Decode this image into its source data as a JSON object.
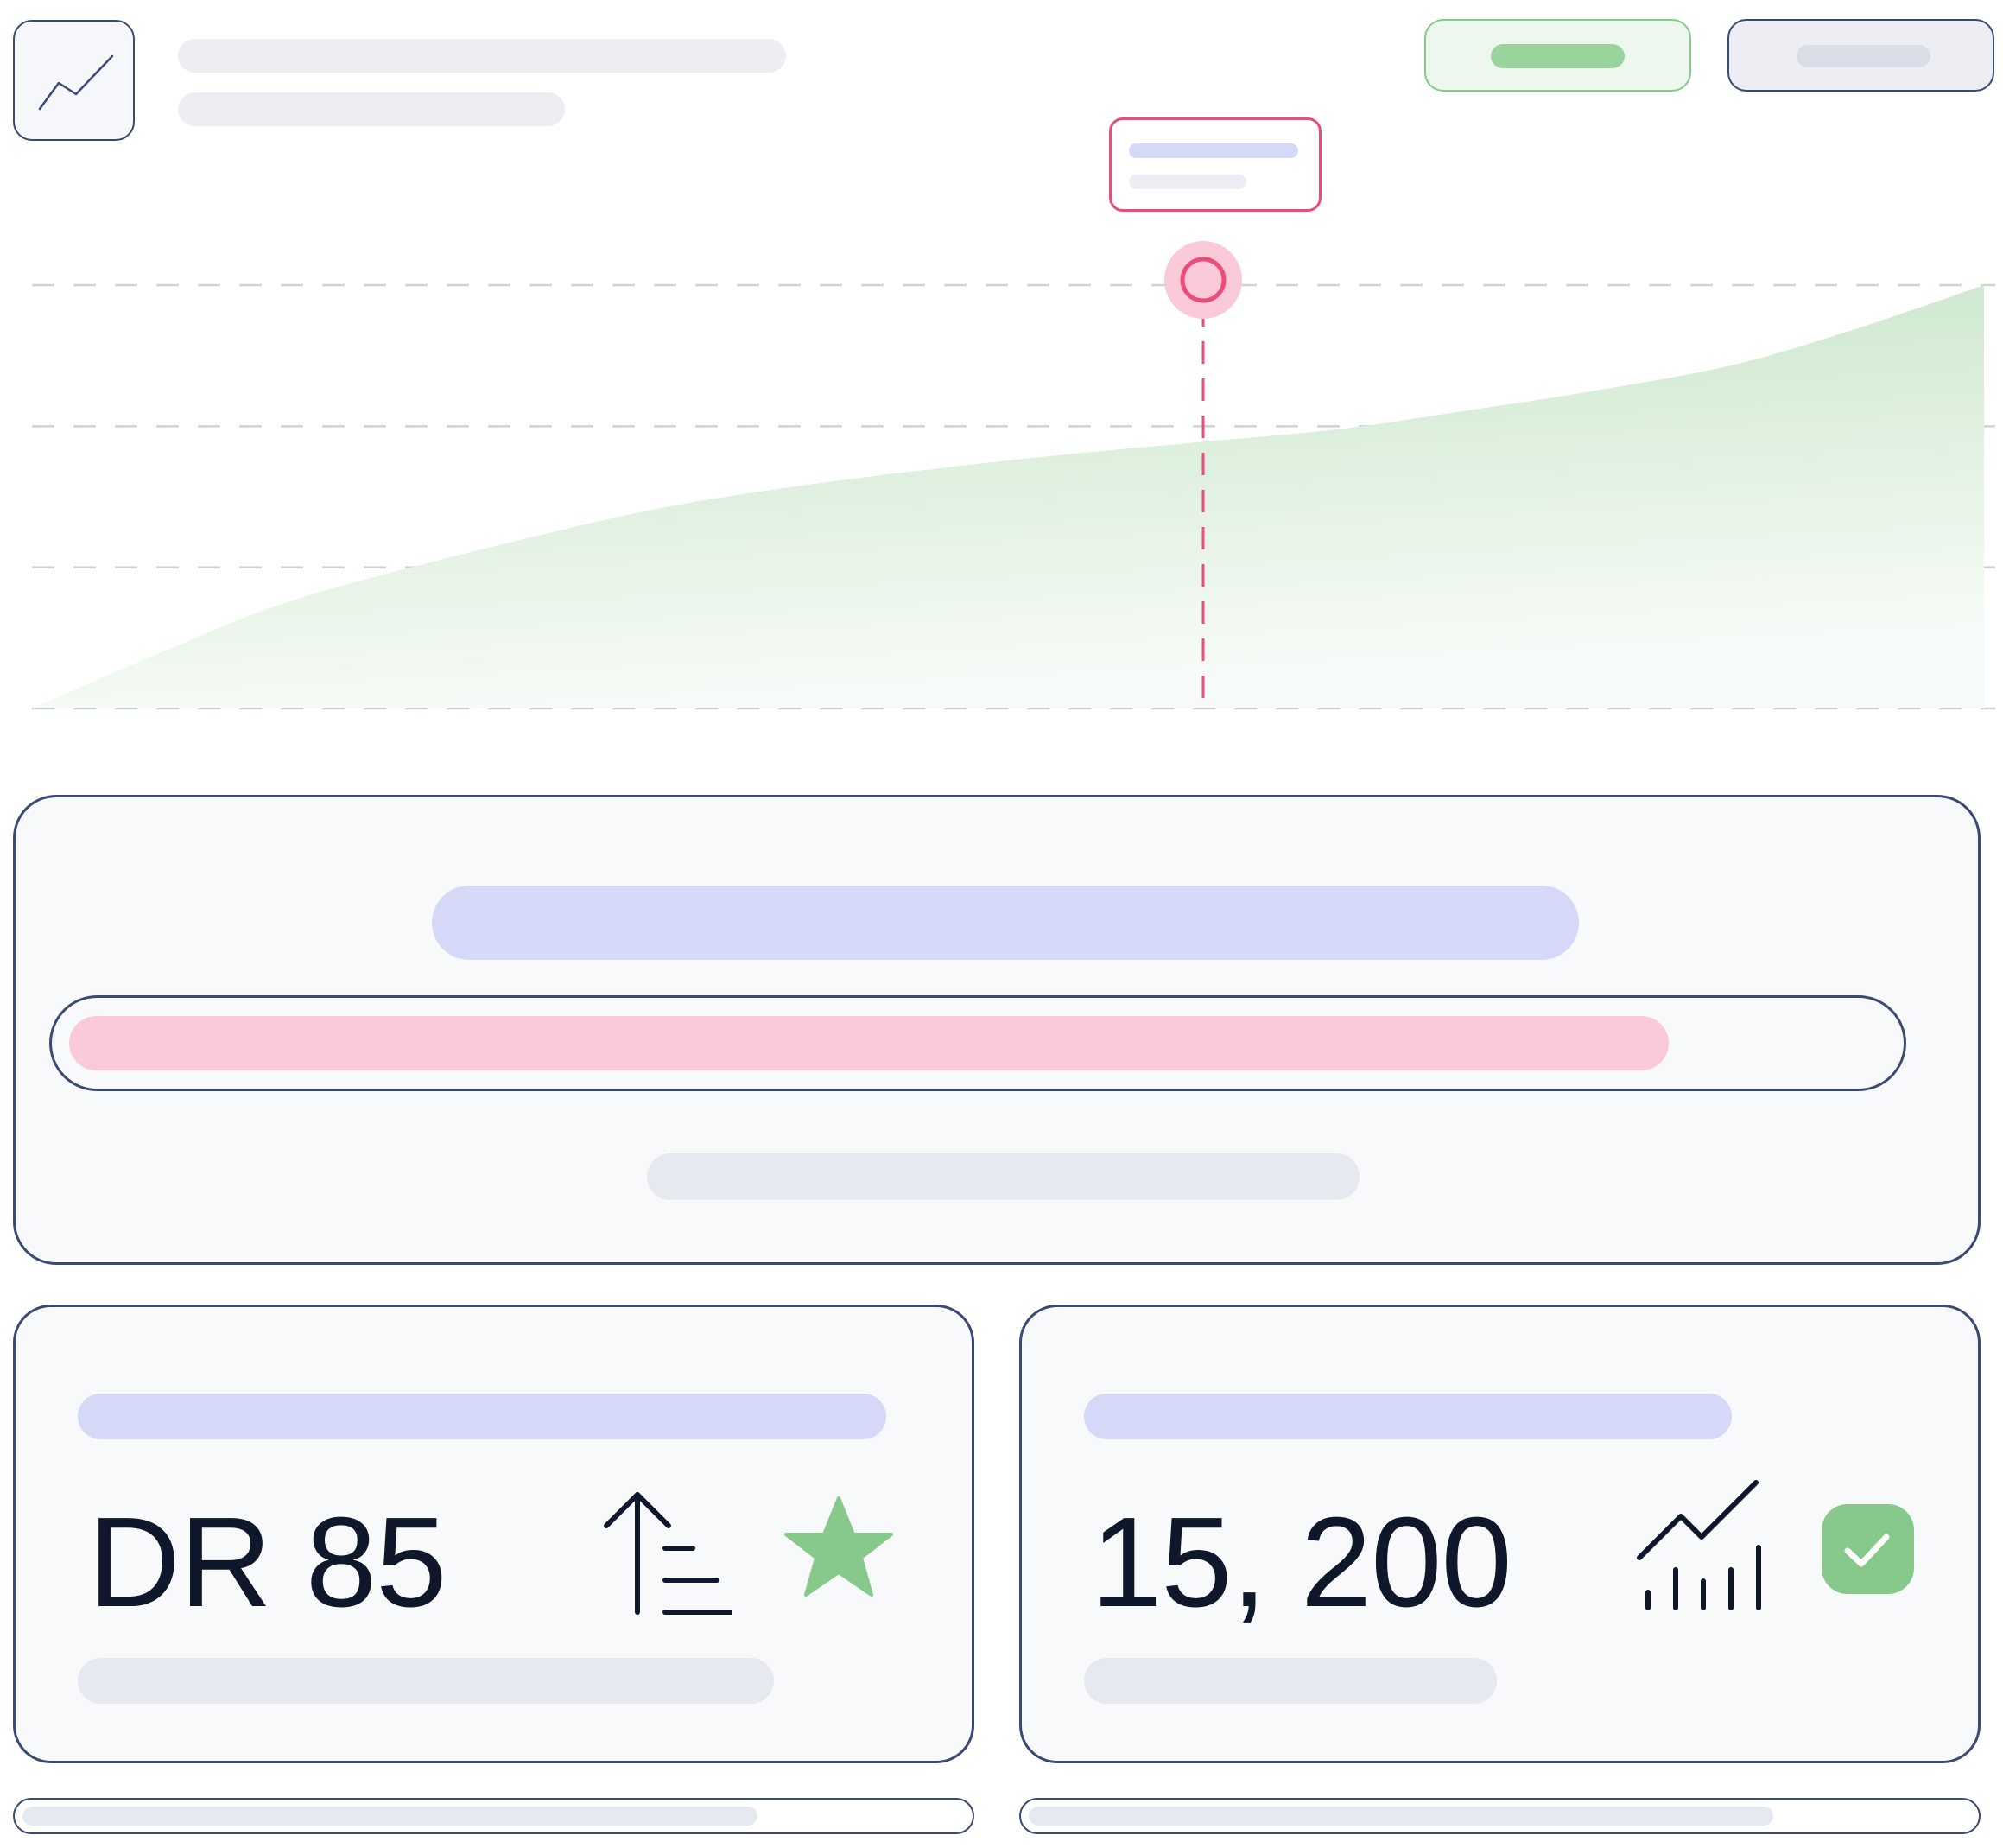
{
  "theme": {
    "accent_green": "#86c98a",
    "accent_pink": "#ea4d7b",
    "skeleton_purple": "#d5d8f7",
    "skeleton_gray": "#eceef3",
    "border": "#3b4a73",
    "text": "#0f172a"
  },
  "header": {
    "logo_icon": "trend-line-icon",
    "primary_button": "",
    "secondary_button": ""
  },
  "chart_data": {
    "type": "area",
    "x": [
      0,
      0.07,
      0.13,
      0.2,
      0.27,
      0.33,
      0.4,
      0.47,
      0.53,
      0.6,
      0.67,
      0.73,
      0.8,
      0.87,
      0.93,
      1.0
    ],
    "values": [
      0,
      0.14,
      0.25,
      0.34,
      0.42,
      0.48,
      0.53,
      0.57,
      0.6,
      0.63,
      0.66,
      0.7,
      0.75,
      0.81,
      0.89,
      1.0
    ],
    "ylim": [
      0,
      1
    ],
    "grid": true,
    "highlight_x": 0.6,
    "color": "#86c98a",
    "marker_color": "#ea4d7b"
  },
  "progress": {
    "fill_fraction": 0.88
  },
  "stats": [
    {
      "value": "DR 85",
      "icons": [
        "sort-ascending-icon",
        "star-icon"
      ]
    },
    {
      "value": "15, 200",
      "icons": [
        "trend-bars-icon",
        "check-badge-icon"
      ]
    }
  ],
  "footer_bars": [
    {
      "fill_fraction": 0.78
    },
    {
      "fill_fraction": 0.79
    }
  ]
}
